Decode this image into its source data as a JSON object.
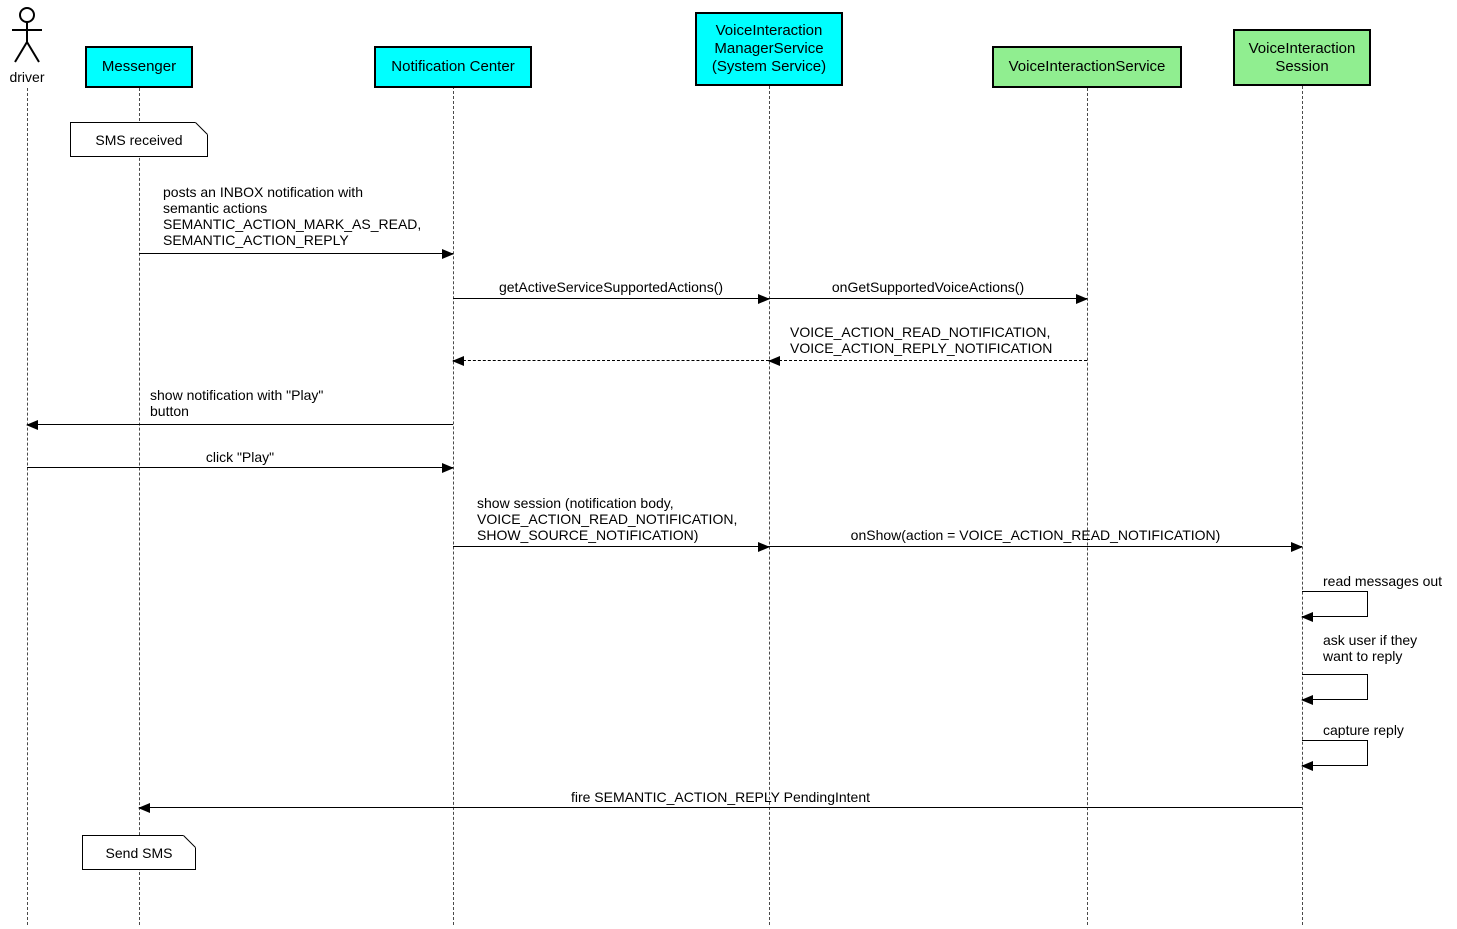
{
  "actor": {
    "label": "driver"
  },
  "participants": [
    {
      "label": "Messenger"
    },
    {
      "label": "Notification Center"
    },
    {
      "label": "VoiceInteraction\nManagerService\n(System Service)"
    },
    {
      "label": "VoiceInteractionService"
    },
    {
      "label": "VoiceInteraction\nSession"
    }
  ],
  "notes": [
    {
      "text": "SMS received"
    },
    {
      "text": "Send SMS"
    }
  ],
  "messages": [
    {
      "text": "posts an INBOX notification with\nsemantic actions\nSEMANTIC_ACTION_MARK_AS_READ,\nSEMANTIC_ACTION_REPLY"
    },
    {
      "text": "getActiveServiceSupportedActions()"
    },
    {
      "text": "onGetSupportedVoiceActions()"
    },
    {
      "text": "VOICE_ACTION_READ_NOTIFICATION,\nVOICE_ACTION_REPLY_NOTIFICATION"
    },
    {
      "text": "show notification with \"Play\"\nbutton"
    },
    {
      "text": "click \"Play\""
    },
    {
      "text": "show session (notification body,\nVOICE_ACTION_READ_NOTIFICATION,\nSHOW_SOURCE_NOTIFICATION)"
    },
    {
      "text": "onShow(action = VOICE_ACTION_READ_NOTIFICATION)"
    },
    {
      "text": "read messages out"
    },
    {
      "text": "ask user if they\nwant to reply"
    },
    {
      "text": "capture reply"
    },
    {
      "text": "fire SEMANTIC_ACTION_REPLY PendingIntent"
    }
  ],
  "colors": {
    "participant_cyan": "#00ffff",
    "participant_green": "#90ee90",
    "line": "#000000",
    "background": "#ffffff"
  }
}
